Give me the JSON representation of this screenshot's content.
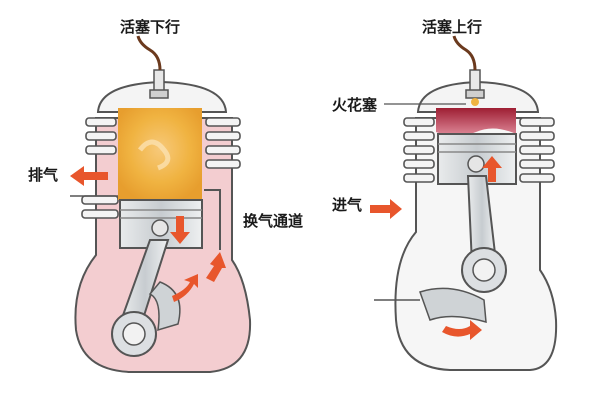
{
  "left_panel": {
    "title": "活塞下行",
    "labels": {
      "exhaust": "排气",
      "transfer_port": "换气通道"
    }
  },
  "right_panel": {
    "title": "活塞上行",
    "labels": {
      "spark_plug": "火花塞",
      "intake": "进气"
    }
  },
  "colors": {
    "crankcase_fill": "#f3cdd0",
    "cylinder_gas": "#f0b341",
    "combustion_red": "#b8253a",
    "arrow": "#e8562c",
    "metal": "#cfd3d6",
    "outline": "#4a4a4a"
  }
}
